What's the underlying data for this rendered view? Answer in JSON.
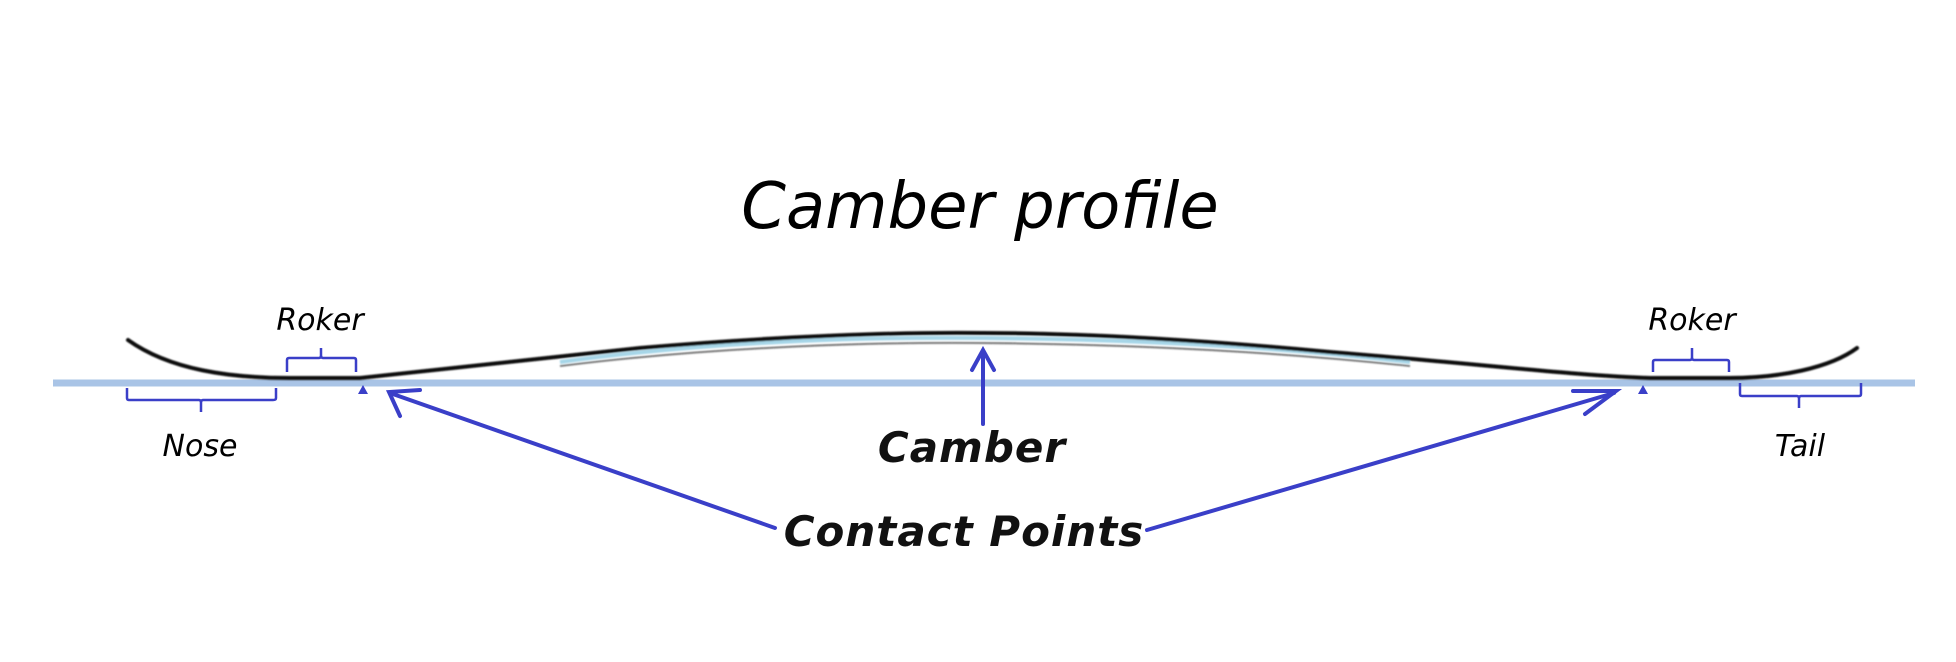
{
  "title": "Camber profile",
  "labels": {
    "roker_left": "Roker",
    "roker_right": "Roker",
    "nose": "Nose",
    "tail": "Tail",
    "camber": "Camber",
    "contact_points": "Contact Points"
  },
  "colors": {
    "accent_blue": "#3a3fc8",
    "ground_line": "#a9c4e6",
    "board": "#111111",
    "board_inner": "#a6d6e8",
    "text": "#000000"
  }
}
